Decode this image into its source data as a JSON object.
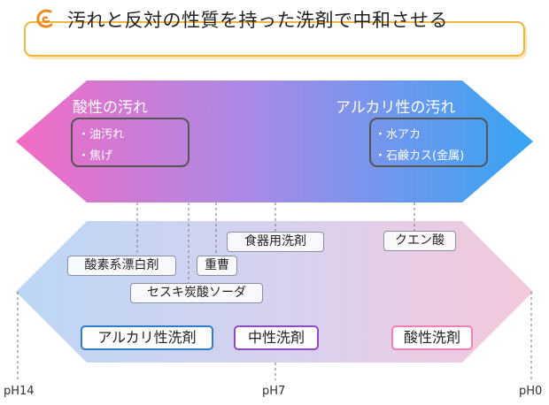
{
  "title": "汚れと反対の性質を持った洗剤で中和させる",
  "colors": {
    "title_border": "#f0b63a",
    "acid_pink": "#f06cc6",
    "alkali_blue": "#3aa2f2",
    "alkaline_cleaner": "#2f7ec8",
    "neutral_cleaner": "#9048c4",
    "acid_cleaner": "#f07fbd"
  },
  "dirt": {
    "acid": {
      "heading": "酸性の汚れ",
      "items": [
        "・油汚れ",
        "・焦げ"
      ]
    },
    "alkali": {
      "heading": "アルカリ性の汚れ",
      "items": [
        "・水アカ",
        "・石鹸カス(金属)"
      ]
    }
  },
  "products": {
    "sodium_percarbonate": "酸素系漂白剤",
    "sesquicarbonate": "セスキ炭酸ソーダ",
    "baking_soda": "重曹",
    "dish_detergent": "食器用洗剤",
    "citric_acid": "クエン酸"
  },
  "categories": {
    "alkaline": "アルカリ性洗剤",
    "neutral": "中性洗剤",
    "acidic": "酸性洗剤"
  },
  "ph_axis": {
    "left": "pH14",
    "middle": "pH7",
    "right": "pH0"
  }
}
